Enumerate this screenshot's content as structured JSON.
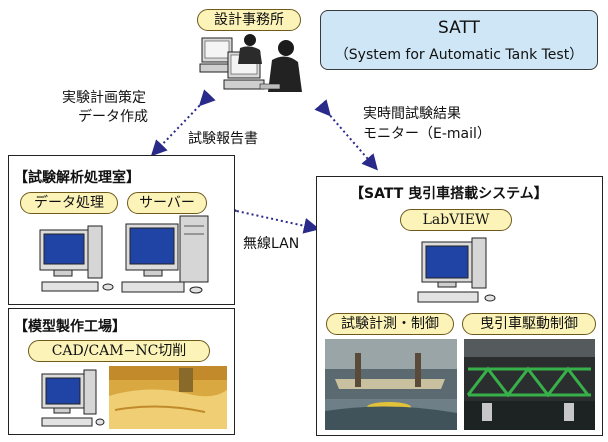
{
  "design_office": {
    "label": "設計事務所"
  },
  "satt": {
    "title": "SATT",
    "subtitle": "（System for Automatic Tank Test）"
  },
  "flows": {
    "plan_line1": "実験計画策定",
    "plan_line2": "データ作成",
    "report": "試験報告書",
    "realtime_line1": "実時間試験結果",
    "realtime_line2": "モニター（E-mail）",
    "wireless": "無線LAN"
  },
  "analysis_room": {
    "heading": "【試験解析処理室】",
    "pills": [
      "データ処理",
      "サーバー"
    ]
  },
  "model_factory": {
    "heading": "【模型製作工場】",
    "pill": "CAD/CAM−NC切削"
  },
  "carriage_system": {
    "heading": "【SATT 曳引車搭載システム】",
    "labview": "LabVIEW",
    "pills": [
      "試験計測・制御",
      "曳引車駆動制御"
    ]
  },
  "colors": {
    "pill_fill": "#fbf3b8",
    "satt_fill": "#cfe6f6",
    "arrow": "#2a2a8a"
  }
}
